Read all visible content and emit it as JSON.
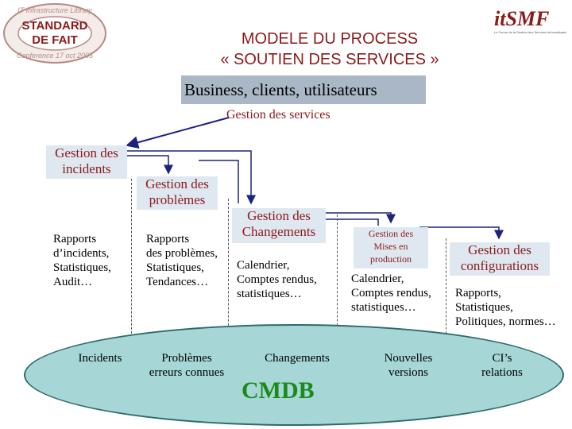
{
  "logo_left": {
    "line1": "IT Infrastructure Library",
    "line2": "STANDARD",
    "line3": "DE FAIT",
    "line4": "Conference 17 oct 2005"
  },
  "logo_right": {
    "brand": "itSMF",
    "tagline": "Le Forum de la Gestion des Services Informatiques"
  },
  "title": {
    "line1": "MODELE DU PROCESS",
    "line2": "« SOUTIEN DES SERVICES »"
  },
  "banner": "Business, clients, utilisateurs",
  "service_management": "Gestion des services",
  "processes": [
    {
      "title": [
        "Gestion des",
        "incidents"
      ],
      "body": [
        "Rapports",
        "d’incidents,",
        "Statistiques,",
        "Audit…"
      ],
      "db_item": [
        "Incidents"
      ]
    },
    {
      "title": [
        "Gestion des",
        "problèmes"
      ],
      "body": [
        "Rapports",
        "des problèmes,",
        "Statistiques,",
        "Tendances…"
      ],
      "db_item": [
        "Problèmes",
        "erreurs connues"
      ]
    },
    {
      "title": [
        "Gestion des",
        "Changements"
      ],
      "body": [
        "Calendrier,",
        "Comptes rendus,",
        "statistiques…"
      ],
      "db_item": [
        "Changements"
      ]
    },
    {
      "title": [
        "Gestion des",
        "Mises en",
        "production"
      ],
      "body": [
        "Calendrier,",
        "Comptes rendus,",
        "statistiques…"
      ],
      "db_item": [
        "Nouvelles",
        "versions"
      ]
    },
    {
      "title": [
        "Gestion des",
        "configurations"
      ],
      "body": [
        "Rapports,",
        "Statistiques,",
        "Politiques, normes…"
      ],
      "db_item": [
        "CI’s",
        "relations"
      ]
    }
  ],
  "database": "CMDB",
  "colors": {
    "title": "#8b1a1a",
    "banner": "#a9b7c6",
    "box": "#dfe8f0",
    "oval": "#a6d7d6",
    "cmdb": "#1a8a1a",
    "arrows": "#1a237e"
  }
}
